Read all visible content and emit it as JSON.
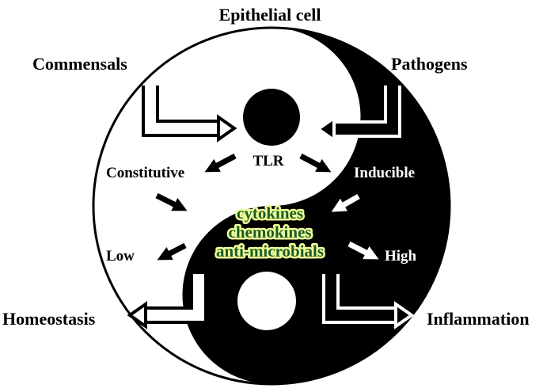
{
  "title": "Epithelial cell",
  "labels": {
    "commensals": "Commensals",
    "pathogens": "Pathogens",
    "tlr": "TLR",
    "constitutive": "Constitutive",
    "inducible": "Inducible",
    "low": "Low",
    "high": "High",
    "homeostasis": "Homeostasis",
    "inflammation": "Inflammation"
  },
  "center_labels": [
    "cytokines",
    "chemokines",
    "anti-microbials"
  ],
  "colors": {
    "dark": "#000000",
    "light": "#ffffff",
    "center_text": "#1b5a2c",
    "center_glow": "#f0ff96"
  }
}
